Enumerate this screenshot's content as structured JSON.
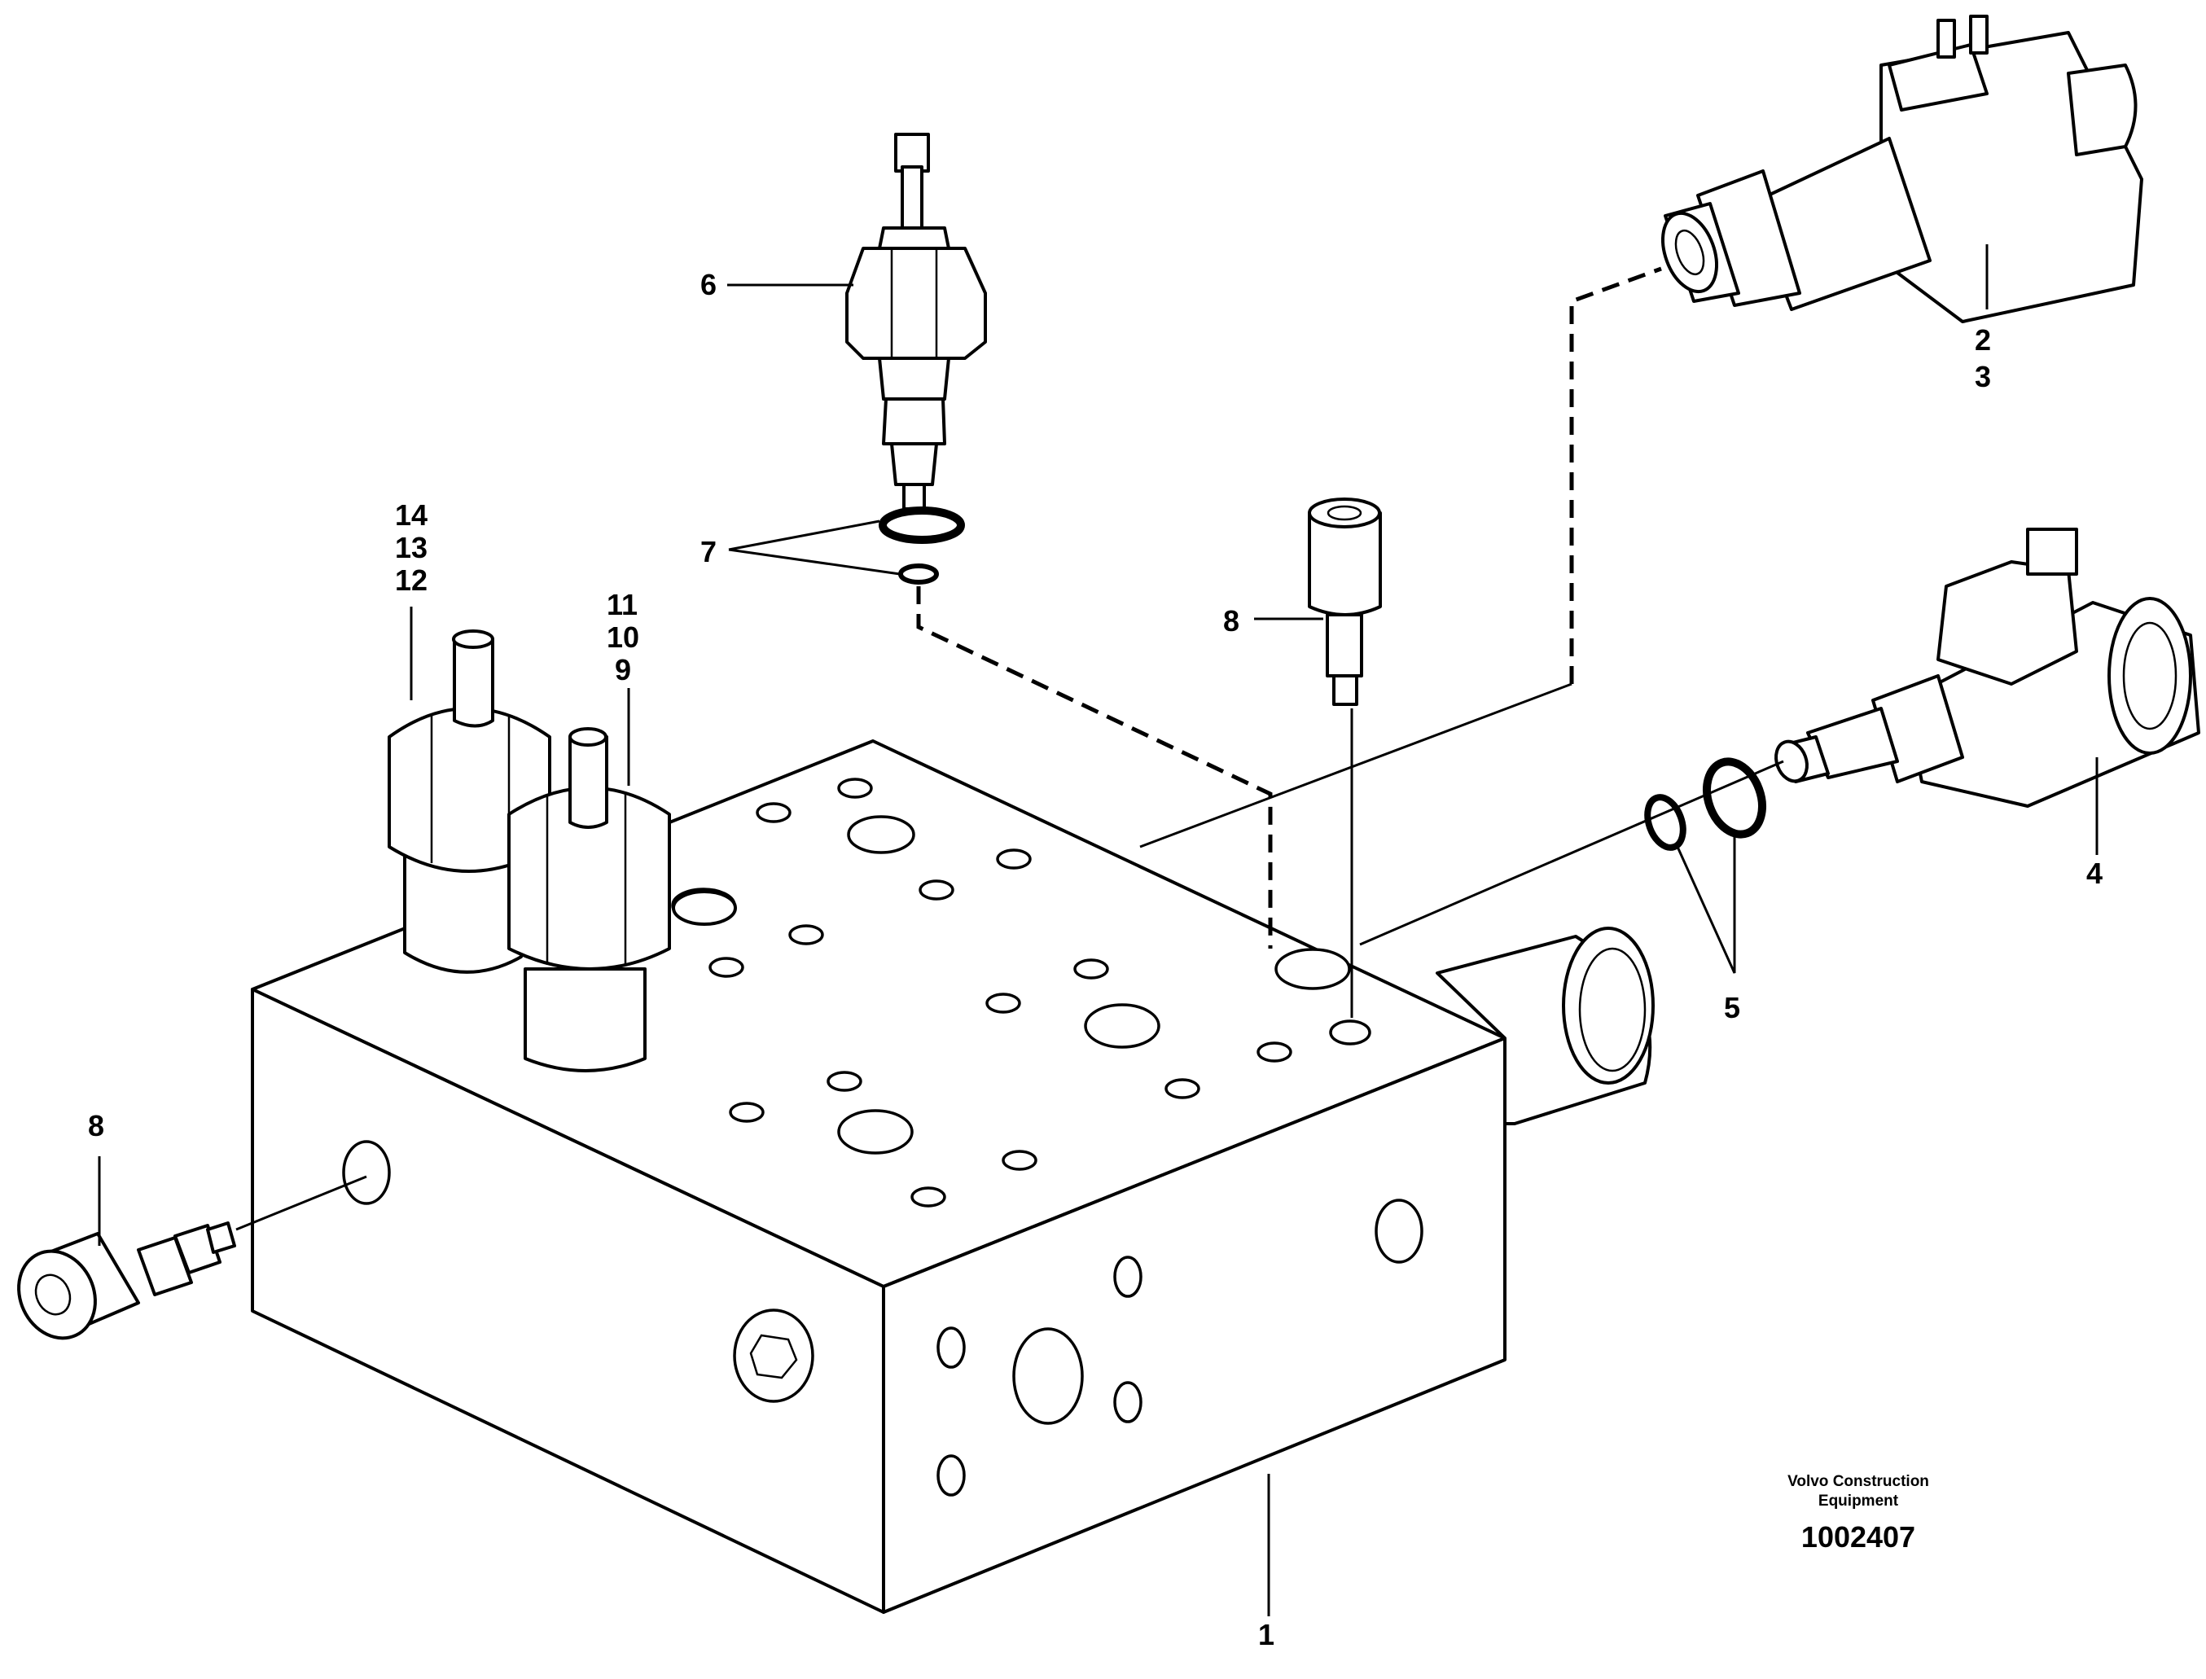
{
  "callouts": [
    {
      "id": "1",
      "text": "1"
    },
    {
      "id": "2",
      "text": "2"
    },
    {
      "id": "3",
      "text": "3"
    },
    {
      "id": "4",
      "text": "4"
    },
    {
      "id": "5",
      "text": "5"
    },
    {
      "id": "6",
      "text": "6"
    },
    {
      "id": "7",
      "text": "7"
    },
    {
      "id": "8a",
      "text": "8"
    },
    {
      "id": "8b",
      "text": "8"
    },
    {
      "id": "9",
      "text": "9"
    },
    {
      "id": "10",
      "text": "10"
    },
    {
      "id": "11",
      "text": "11"
    },
    {
      "id": "12",
      "text": "12"
    },
    {
      "id": "13",
      "text": "13"
    },
    {
      "id": "14",
      "text": "14"
    }
  ],
  "credit": {
    "line1": "Volvo Construction",
    "line2": "Equipment"
  },
  "document_number": "1002407"
}
